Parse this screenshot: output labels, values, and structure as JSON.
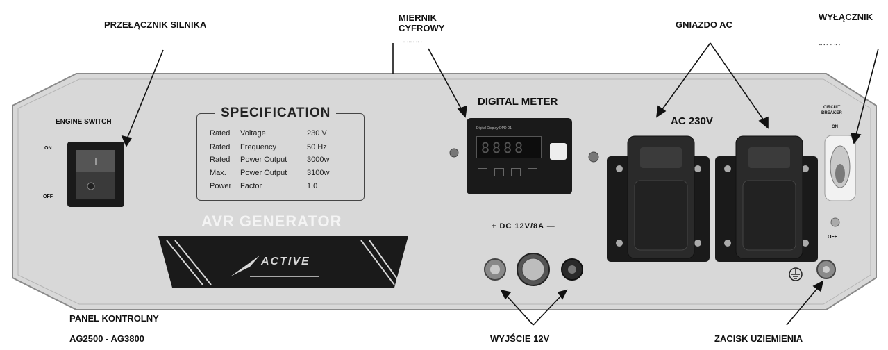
{
  "callouts": {
    "engine_switch": "PRZEŁĄCZNIK SILNIKA",
    "digital_meter_line1": "MIERNIK",
    "digital_meter_line2": "CYFROWY",
    "ac_socket": "GNIAZDO AC",
    "circuit_breaker": "WYŁĄCZNIK",
    "panel_line1": "PANEL KONTROLNY",
    "panel_line2": "AG2500 - AG3800",
    "dc_output": "WYJŚCIE 12V",
    "ground": "ZACISK UZIEMIENIA"
  },
  "panel": {
    "engine_switch": "ENGINE SWITCH",
    "on": "ON",
    "off": "OFF",
    "spec_title": "SPECIFICATION",
    "spec_rows": [
      {
        "a": "Rated",
        "b": "Voltage",
        "c": "230 V"
      },
      {
        "a": "Rated",
        "b": "Frequency",
        "c": "50 Hz"
      },
      {
        "a": "Rated",
        "b": "Power Output",
        "c": "3000w"
      },
      {
        "a": "Max.",
        "b": "Power Output",
        "c": "3100w"
      },
      {
        "a": "Power",
        "b": "Factor",
        "c": "1.0"
      }
    ],
    "avr": "AVR GENERATOR",
    "brand": "ACTIVE",
    "digital_meter": "DIGITAL METER",
    "meter_display": "Digital Display DPD-01",
    "meter_digits": "8888",
    "dc_label": "+ DC 12V/8A —",
    "ac_label": "AC 230V",
    "breaker_line1": "CIRCUIT",
    "breaker_line2": "BREAKER",
    "breaker_on": "ON",
    "breaker_off": "OFF"
  },
  "colors": {
    "panel": "#d8d8d8",
    "panel_border": "#8a8a8a",
    "dark": "#1a1a1a"
  }
}
